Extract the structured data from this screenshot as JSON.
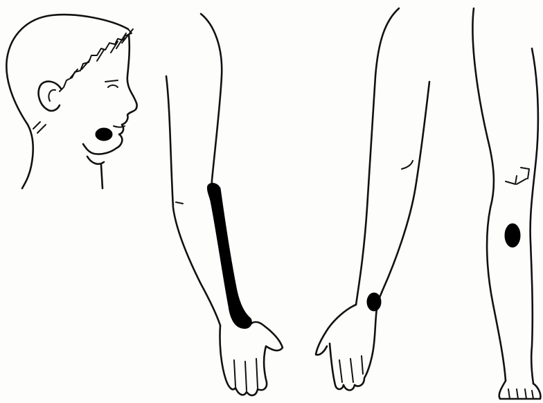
{
  "colors": {
    "ink": "#111111",
    "marker": "#000000",
    "paper": "#fdfdfc"
  },
  "figures": [
    {
      "id": "head",
      "view": "head-profile-right",
      "marked_regions": [
        "cheek-mark"
      ]
    },
    {
      "id": "left-arm",
      "view": "arm-palm-forward",
      "marked_regions": [
        "forearm-radial-band"
      ]
    },
    {
      "id": "right-arm",
      "view": "arm-palm-inward",
      "marked_regions": [
        "wrist-mark"
      ]
    },
    {
      "id": "leg",
      "view": "leg-lateral",
      "marked_regions": [
        "shin-mark"
      ]
    }
  ]
}
